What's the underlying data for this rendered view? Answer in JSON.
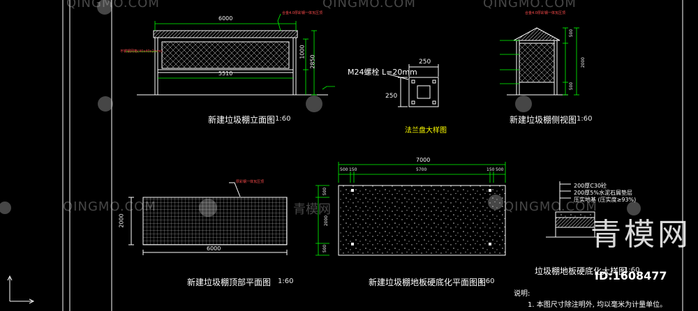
{
  "drawings": {
    "elevation": {
      "title": "新建垃圾棚立面图",
      "scale": "1:60",
      "dim_top": "6000",
      "dim_inner": "5510",
      "dim_right_1": "1000",
      "dim_right_2": "2850",
      "note_top": "合金4.0厚彩钢一体瓦压顶",
      "note_left": "不锈钢网格(40x40x2mm)"
    },
    "flange": {
      "title": "法兰盘大样图",
      "bolt": "M24螺栓 L=20mm",
      "dim_top": "250",
      "dim_left": "250"
    },
    "side": {
      "title": "新建垃圾棚侧视图",
      "scale": "1:60",
      "note_top": "合金4.0厚彩钢一体瓦压顶",
      "dim_1": "500",
      "dim_2": "2000",
      "dim_3": "500"
    },
    "roof_plan": {
      "title": "新建垃圾棚顶部平面图",
      "scale": "1:60",
      "dim_left": "2000",
      "dim_bottom": "6000",
      "note": "厚彩钢一体瓦压顶"
    },
    "floor_plan": {
      "title": "新建垃圾棚地板硬底化平面图图",
      "scale": "1:60",
      "dim_top": "7000",
      "dim_sub": [
        "500",
        "150",
        "5700",
        "150",
        "500"
      ],
      "dim_left": [
        "500",
        "2000",
        "500"
      ]
    },
    "floor_detail": {
      "title": "垃圾棚地板硬底化大样图",
      "scale": "1:60",
      "layers": [
        "200厚C30砼",
        "200厚5%水泥石屑垫层",
        "压实地基 (压实度≥93%)"
      ]
    },
    "notes": {
      "heading": "说明:",
      "line1": "1. 本图尺寸除注明外, 均以毫米为计量单位。"
    }
  },
  "watermarks": {
    "brand_cn": "青模网",
    "id_text": "ID:1608477",
    "site_text": "QINGMO.COM",
    "site_cn": "青模网"
  },
  "colors": {
    "background": "#000000",
    "line": "#ffffff",
    "dimension": "#00ff00",
    "annotation": "#ff3333",
    "highlight": "#ffff00",
    "frame": "#ffffff"
  }
}
